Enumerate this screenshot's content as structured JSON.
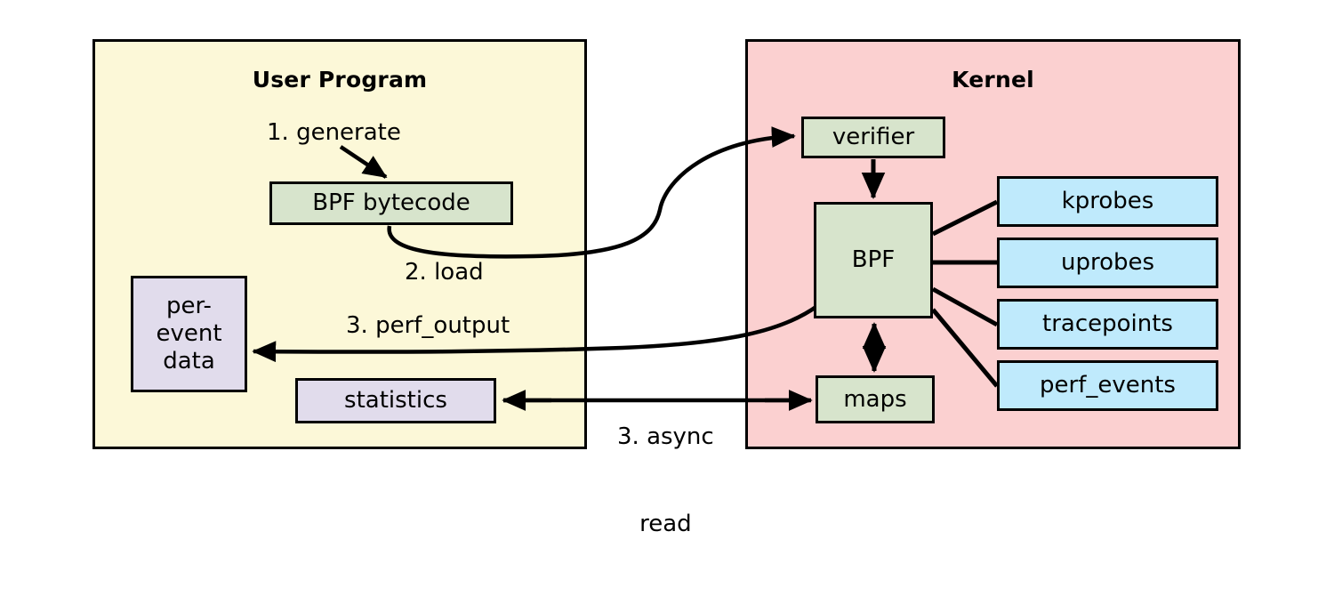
{
  "diagram": {
    "title_alt": "BPF tracing architecture",
    "panels": [
      {
        "id": "user",
        "title": "User Program",
        "fill": "#fcf8d8"
      },
      {
        "id": "kernel",
        "title": "Kernel",
        "fill": "#fbd0d0"
      }
    ],
    "colors": {
      "green_node": "#d7e4cc",
      "purple_node": "#e1dcec",
      "blue_node": "#bfeafc",
      "user_panel": "#fcf8d8",
      "kernel_panel": "#fbd0d0",
      "stroke": "#000000",
      "background": "#ffffff"
    },
    "user_nodes": {
      "bpf_bytecode": "BPF bytecode",
      "per_event_data_line1": "per-",
      "per_event_data_line2": "event",
      "per_event_data_line3": "data",
      "statistics": "statistics"
    },
    "kernel_nodes": {
      "verifier": "verifier",
      "bpf": "BPF",
      "maps": "maps",
      "sources": [
        "kprobes",
        "uprobes",
        "tracepoints",
        "perf_events"
      ]
    },
    "edge_labels": {
      "generate": "1. generate",
      "load": "2. load",
      "perf_output": "3. perf_output",
      "async_read_line1": "3. async",
      "async_read_line2": "read"
    },
    "edges": [
      {
        "name": "generate-arrow",
        "from": "1. generate",
        "to": "BPF bytecode",
        "style": "straight-arrow"
      },
      {
        "name": "load-arrow",
        "from": "BPF bytecode",
        "to": "verifier",
        "style": "curved-arrow"
      },
      {
        "name": "verifier-to-bpf-arrow",
        "from": "verifier",
        "to": "BPF",
        "style": "straight-arrow"
      },
      {
        "name": "perf-output-arrow",
        "from": "BPF",
        "to": "per-event data",
        "style": "curved-arrow"
      },
      {
        "name": "async-read-arrow",
        "from": "statistics",
        "to": "maps",
        "style": "straight-arrow"
      },
      {
        "name": "bpf-maps-arrow",
        "from": "BPF",
        "to": "maps",
        "style": "double-arrow"
      },
      {
        "name": "bpf-kprobes-line",
        "from": "BPF",
        "to": "kprobes",
        "style": "line"
      },
      {
        "name": "bpf-uprobes-line",
        "from": "BPF",
        "to": "uprobes",
        "style": "line"
      },
      {
        "name": "bpf-tracepoints-line",
        "from": "BPF",
        "to": "tracepoints",
        "style": "line"
      },
      {
        "name": "bpf-perf-events-line",
        "from": "BPF",
        "to": "perf_events",
        "style": "line"
      }
    ]
  }
}
